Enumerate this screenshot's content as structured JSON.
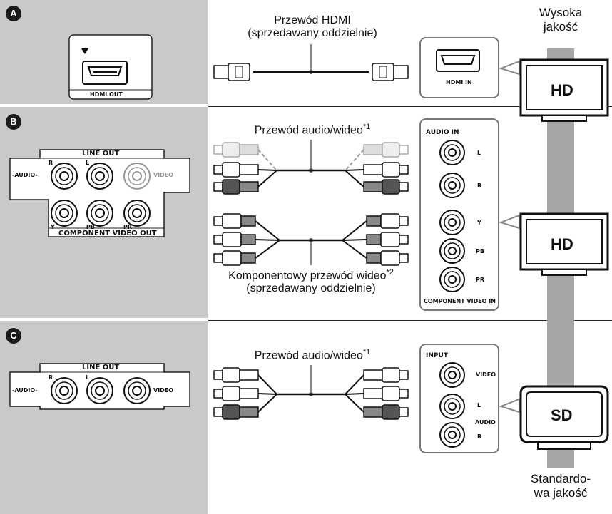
{
  "quality": {
    "high": [
      "Wysoka",
      "jakość"
    ],
    "standard": [
      "Standardo-",
      "wa jakość"
    ]
  },
  "sections": [
    {
      "badge": "A",
      "player_jacks": [
        "HDMI OUT"
      ],
      "cable_label": "Przewód HDMI",
      "cable_note": "(sprzedawany oddzielnie)",
      "tv_jacks": [
        "HDMI IN"
      ],
      "tv_label": "HD"
    },
    {
      "badge": "B",
      "player_panel_title": "LINE OUT",
      "player_jacks": [
        "-AUDIO-",
        "R",
        "L",
        "VIDEO",
        "Y",
        "PB",
        "PR",
        "COMPONENT VIDEO OUT"
      ],
      "cable_label": "Przewód audio/wideo",
      "cable_sup": "*1",
      "cable2_label": "Komponentowy przewód wideo",
      "cable2_sup": "*2",
      "cable2_note": "(sprzedawany oddzielnie)",
      "tv_box_title": "AUDIO IN",
      "tv_jacks": [
        "L",
        "R",
        "Y",
        "PB",
        "PR",
        "COMPONENT VIDEO IN"
      ],
      "tv_label": "HD"
    },
    {
      "badge": "C",
      "player_panel_title": "LINE OUT",
      "player_jacks": [
        "-AUDIO-",
        "R",
        "L",
        "VIDEO"
      ],
      "cable_label": "Przewód audio/wideo",
      "cable_sup": "*1",
      "tv_box_title": "INPUT",
      "tv_jacks": [
        "VIDEO",
        "L",
        "AUDIO",
        "R"
      ],
      "tv_label": "SD"
    }
  ],
  "colors": {
    "panel_gray": "#c9c9c9",
    "bar_gray": "#a6a6a6",
    "line": "#1a1a1a"
  }
}
